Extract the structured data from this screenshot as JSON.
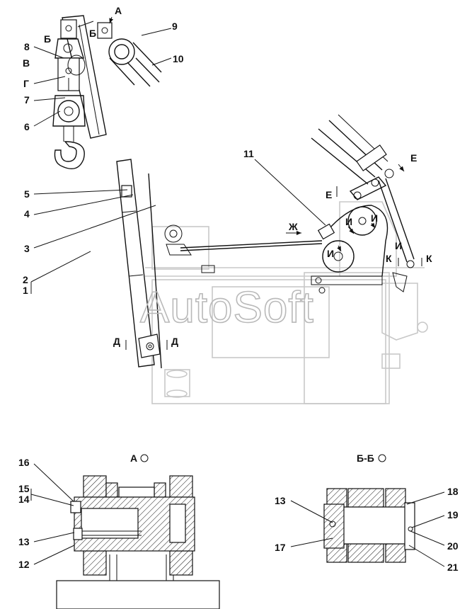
{
  "watermark": "AutoSoft",
  "main_view": {
    "callouts": [
      "1",
      "2",
      "3",
      "4",
      "5",
      "6",
      "7",
      "8",
      "9",
      "10",
      "11"
    ],
    "view_letters": {
      "a": "А",
      "b": "Б",
      "v": "В",
      "g": "Г",
      "d": "Д",
      "e": "Е",
      "zh": "Ж",
      "i": "И",
      "k": "К"
    }
  },
  "section_a": {
    "title": "А",
    "callouts": [
      "16",
      "15",
      "14",
      "13",
      "12"
    ]
  },
  "section_bb": {
    "title": "Б-Б",
    "callouts": [
      "13",
      "17",
      "18",
      "19",
      "20",
      "21"
    ]
  }
}
